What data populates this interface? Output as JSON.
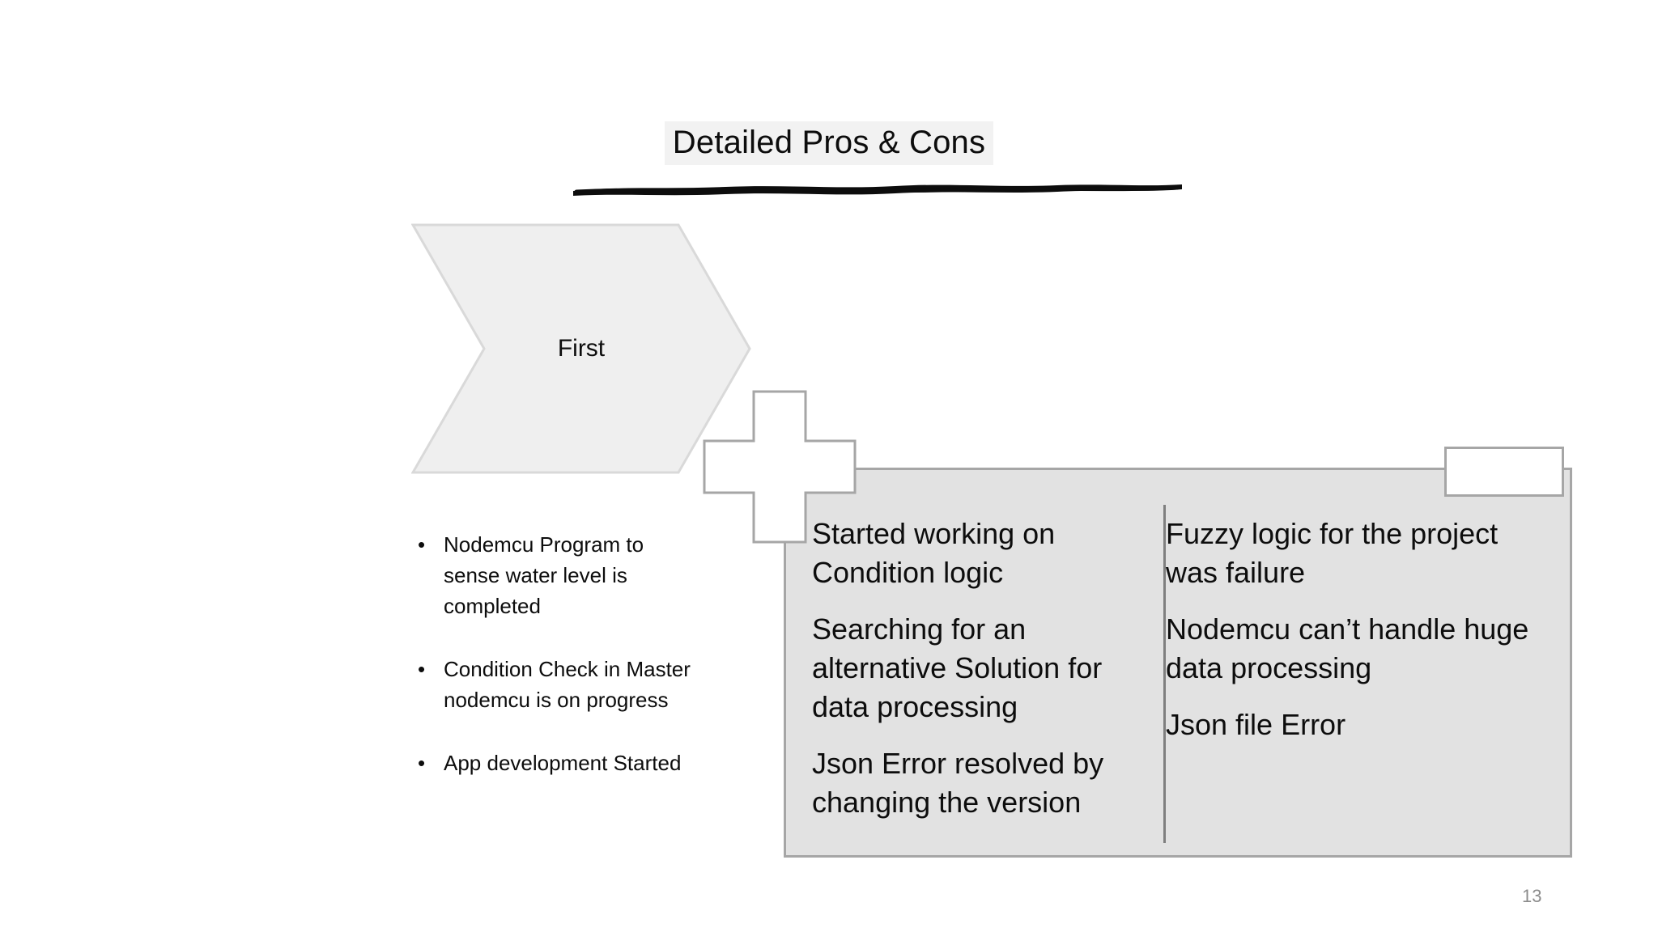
{
  "slide": {
    "title": "Detailed Pros & Cons",
    "page_number": "13",
    "background_color": "#ffffff"
  },
  "chevron": {
    "label": "First",
    "fill_color": "#efefef",
    "stroke_color": "#d9d9d9"
  },
  "cross_connector": {
    "icon": "plus-shape",
    "fill_color": "#ffffff",
    "stroke_color": "#a6a6a6"
  },
  "corner_box": {
    "label": "",
    "fill_color": "#ffffff",
    "stroke_color": "#a6a6a6"
  },
  "panel": {
    "fill_color": "#e2e2e2",
    "border_color": "#a6a6a6",
    "divider_color": "#7f7f7f",
    "left_column": [
      "Started working on Condition logic",
      "Searching for an alternative Solution for data processing",
      "Json Error resolved by changing the version"
    ],
    "right_column": [
      "Fuzzy logic for the project was failure",
      "Nodemcu can’t handle huge data processing",
      "Json file Error"
    ]
  },
  "bullets": {
    "marker": "•",
    "items": [
      "Nodemcu Program to sense water level is completed",
      "Condition Check in Master nodemcu is on progress",
      "App development Started"
    ]
  }
}
